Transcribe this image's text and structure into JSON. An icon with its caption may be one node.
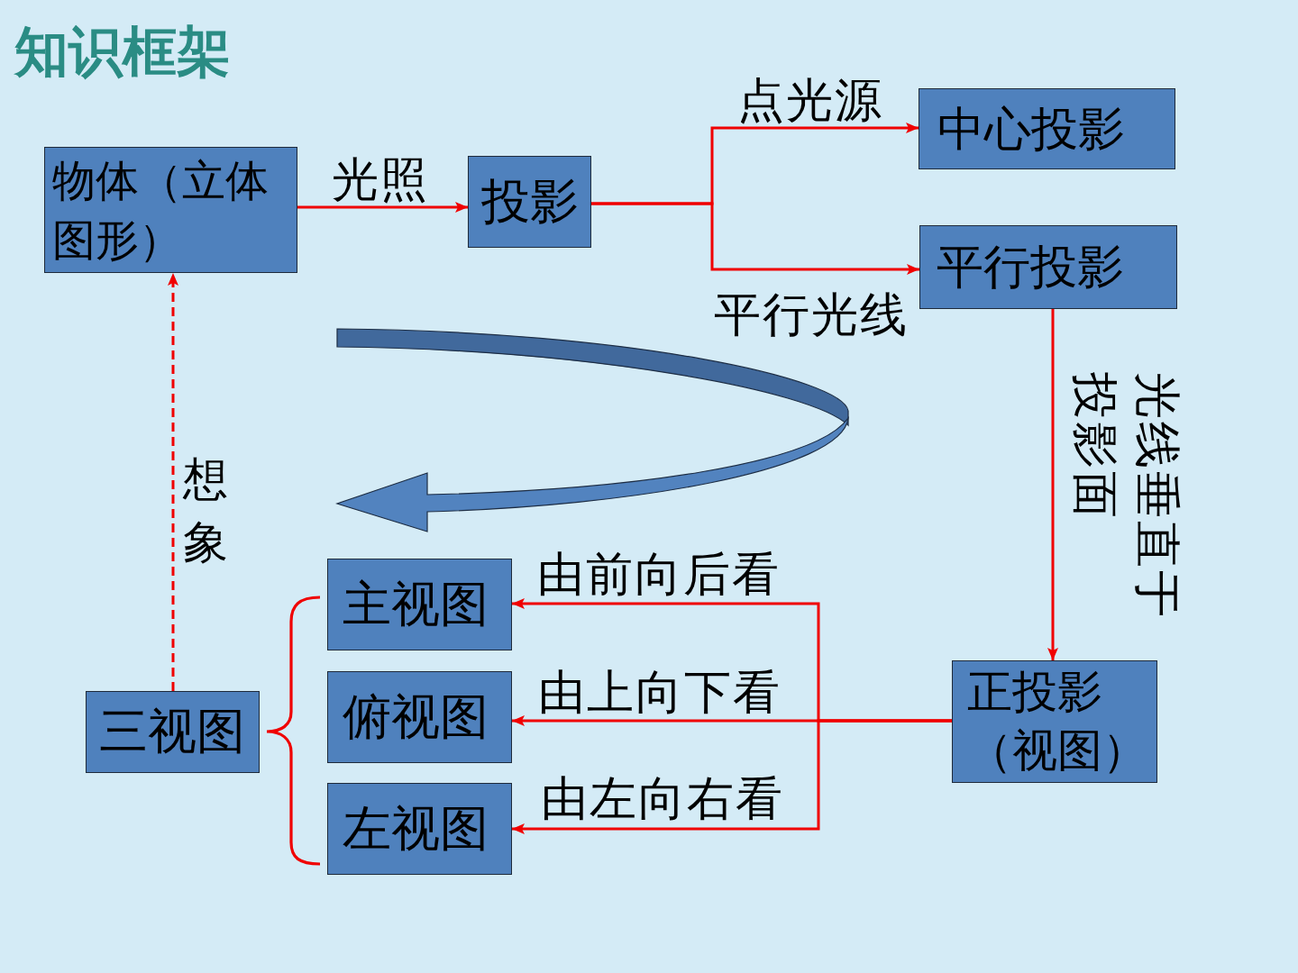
{
  "diagram": {
    "title": "知识框架",
    "nodes": [
      {
        "text": [
          "物体（立体图形）"
        ]
      },
      {
        "text": [
          "投影"
        ]
      },
      {
        "text": [
          "中心投影"
        ]
      },
      {
        "text": [
          "平行投影"
        ]
      },
      {
        "text": [
          "正投影（视图）"
        ]
      },
      {
        "text": [
          "主视图"
        ]
      },
      {
        "text": [
          "俯视图"
        ]
      },
      {
        "text": [
          "左视图"
        ]
      },
      {
        "text": [
          "三视图"
        ]
      }
    ],
    "edges": [
      {
        "from": 0,
        "to": 1,
        "arrow": "to",
        "label": "光照"
      },
      {
        "from": 1,
        "to": 2,
        "arrow": "to",
        "label": "点光源"
      },
      {
        "from": 1,
        "to": 3,
        "arrow": "to",
        "label": "平行光线"
      },
      {
        "from": 3,
        "to": 4,
        "arrow": "to",
        "label": "光线垂直于投影面"
      },
      {
        "from": 4,
        "to": 5,
        "arrow": "to",
        "label": "由前向后看"
      },
      {
        "from": 4,
        "to": 6,
        "arrow": "to",
        "label": "由上向下看"
      },
      {
        "from": 4,
        "to": 7,
        "arrow": "to",
        "label": "由左向右看"
      },
      {
        "from": 8,
        "to": 0,
        "arrow": "to",
        "label": "想象",
        "style": "dashed"
      }
    ]
  }
}
